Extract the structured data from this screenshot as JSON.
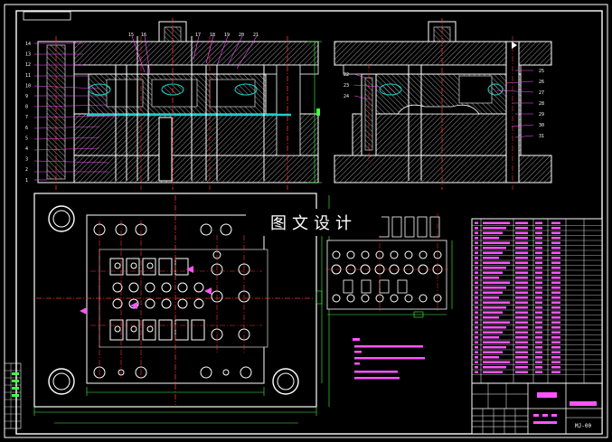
{
  "watermark": "图文设计",
  "left_part_numbers": [
    "14",
    "13",
    "12",
    "11",
    "10",
    "9",
    "8",
    "7",
    "6",
    "5",
    "4",
    "3",
    "2",
    "1"
  ],
  "top_part_numbers": [
    "15",
    "16",
    "17",
    "18",
    "19",
    "20",
    "21"
  ],
  "right_part_numbers_left": [
    "22",
    "23",
    "24"
  ],
  "right_part_numbers_right": [
    "25",
    "26",
    "27",
    "28",
    "29",
    "30",
    "31"
  ],
  "title_block": {
    "drawing_no": "MJ-00"
  },
  "colors": {
    "frame": "#ffffff",
    "section": "#aaaaaa",
    "centerline": "#ff3030",
    "leader": "#ff55ff",
    "cyan": "#22cccc",
    "dim": "#40ff40",
    "yellow": "#ffff00",
    "hatch": "#ffffff"
  }
}
